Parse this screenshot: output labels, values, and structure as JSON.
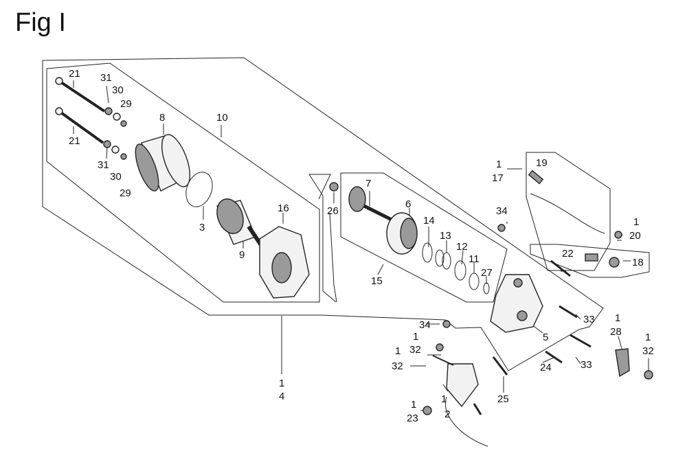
{
  "title": "Fig I",
  "labels": {
    "c1": "1",
    "c2": "4",
    "c3": "10",
    "c4": "21",
    "c5": "31",
    "c6": "30",
    "c7": "29",
    "c8": "8",
    "c9": "21",
    "c10": "31",
    "c11": "30",
    "c12": "29",
    "c13": "3",
    "c14": "9",
    "c15": "16",
    "c16": "26",
    "c17": "7",
    "c18": "6",
    "c19": "14",
    "c20": "13",
    "c21": "12",
    "c22": "11",
    "c23": "27",
    "c24": "15",
    "c25": "1",
    "c26": "17",
    "c27": "19",
    "c28": "34",
    "c29": "1",
    "c30": "20",
    "c31": "22",
    "c32": "18",
    "c33": "33",
    "c34": "5",
    "c35": "33",
    "c36": "1",
    "c37": "28",
    "c38": "1",
    "c39": "32",
    "c40": "24",
    "c41": "34",
    "c42": "1",
    "c43": "32",
    "c44": "1",
    "c45": "32",
    "c46": "25",
    "c47": "1",
    "c48": "2",
    "c49": "1",
    "c50": "23"
  }
}
